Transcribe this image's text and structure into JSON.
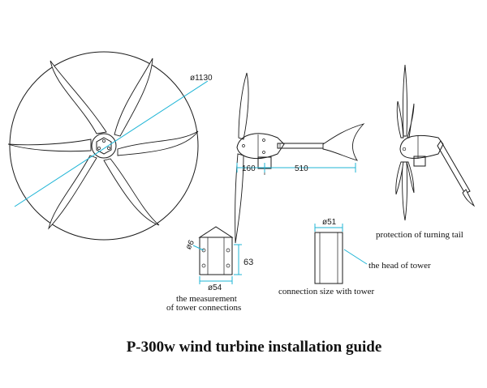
{
  "title": "P-300w wind turbine installation guide",
  "labels": {
    "rotor_diameter": "ø1130",
    "hub_length": "160",
    "body_length": "510",
    "tail_protection": "protection of turning tail",
    "tower_head": "the head of tower",
    "connection_size": "connection size with tower",
    "tower_measurement_line1": "the measurement",
    "tower_measurement_line2": "of tower connections",
    "bolt_diameter": "ø6",
    "bracket_height": "63",
    "bracket_width": "ø54",
    "tube_diameter": "ø51"
  },
  "colors": {
    "line": "#1a1a1a",
    "dimension_accent": "#1fb5d6"
  }
}
